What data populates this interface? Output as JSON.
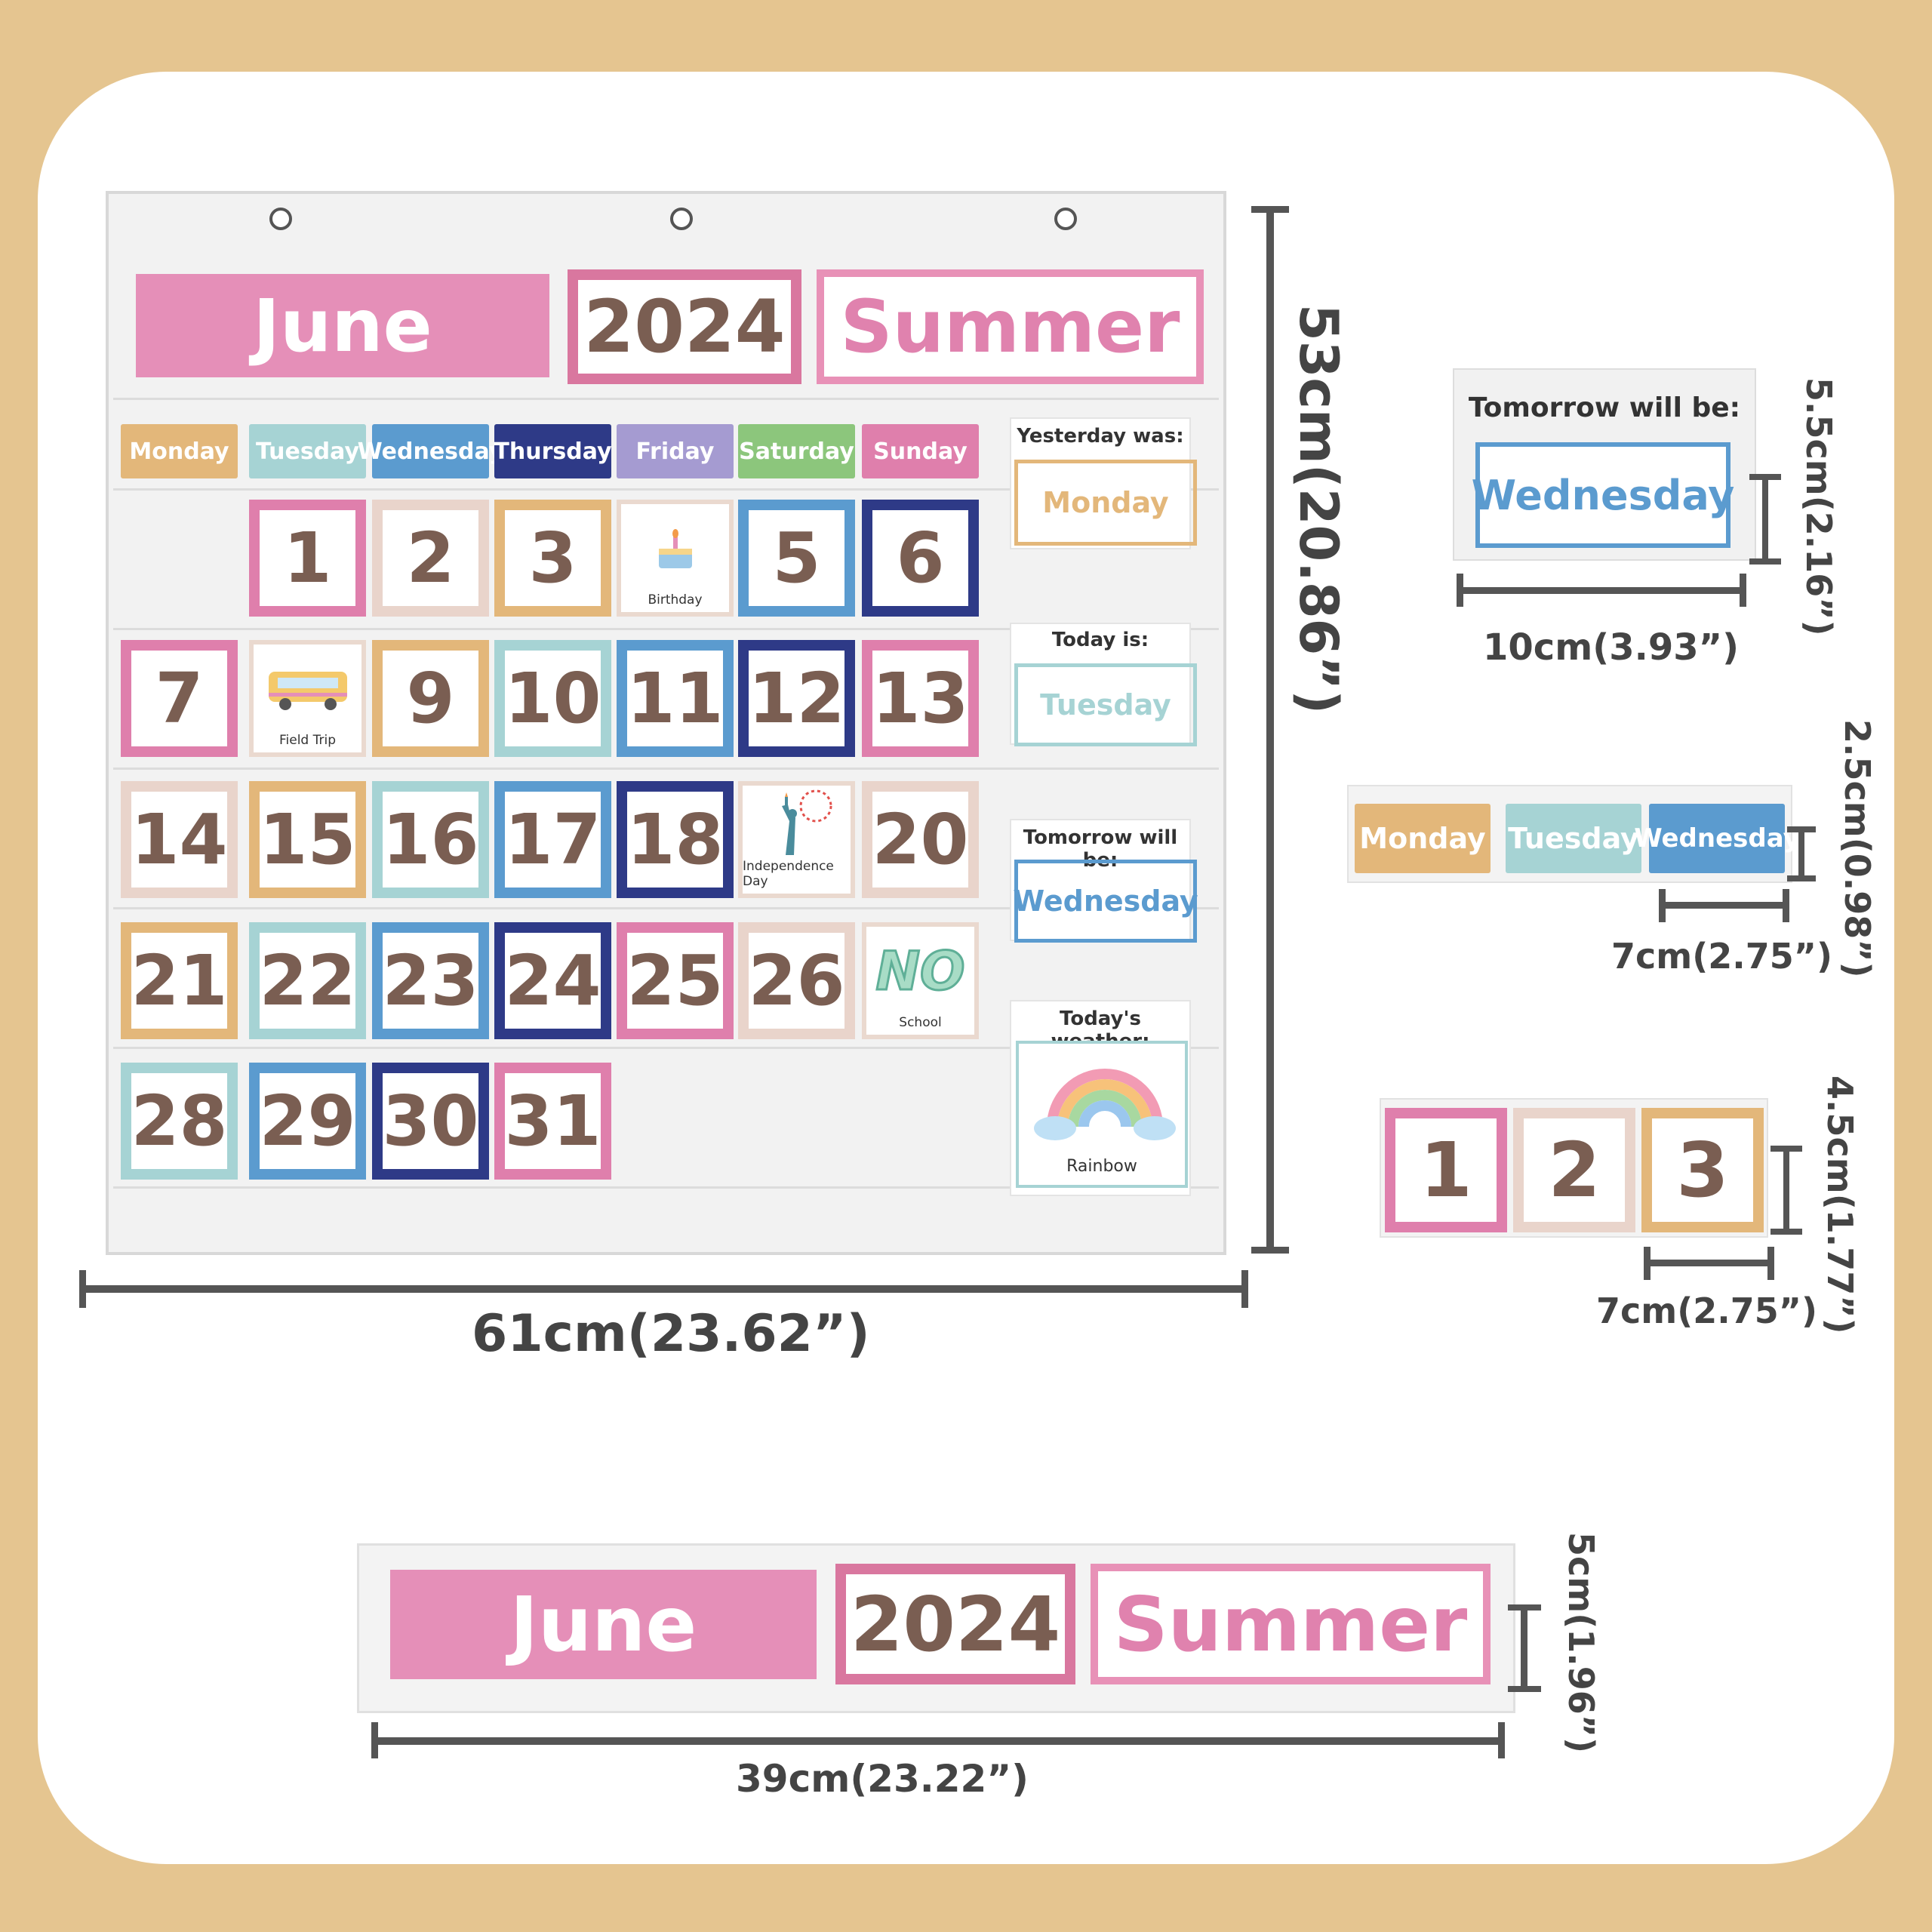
{
  "header": {
    "month": "June",
    "year": "2024",
    "season": "Summer"
  },
  "weekdays": [
    {
      "label": "Monday",
      "color": "#E3B77A"
    },
    {
      "label": "Tuesday",
      "color": "#A6D3D4"
    },
    {
      "label": "Wednesday",
      "color": "#5B9BCF"
    },
    {
      "label": "Thursday",
      "color": "#2E3A87"
    },
    {
      "label": "Friday",
      "color": "#A59BD1"
    },
    {
      "label": "Saturday",
      "color": "#8CC67C"
    },
    {
      "label": "Sunday",
      "color": "#DF7FAC"
    }
  ],
  "weeks": [
    [
      {
        "type": "blank"
      },
      {
        "n": "1",
        "c": "#DF7FAC"
      },
      {
        "n": "2",
        "c": "#E9D4CB"
      },
      {
        "n": "3",
        "c": "#E3B77A"
      },
      {
        "event": "Birthday",
        "icon": "cake-icon"
      },
      {
        "n": "5",
        "c": "#5B9BCF"
      },
      {
        "n": "6",
        "c": "#2E3A87"
      }
    ],
    [
      {
        "n": "7",
        "c": "#DF7FAC"
      },
      {
        "event": "Field Trip",
        "icon": "school-bus-icon"
      },
      {
        "n": "9",
        "c": "#E3B77A"
      },
      {
        "n": "10",
        "c": "#A6D3D4"
      },
      {
        "n": "11",
        "c": "#5B9BCF"
      },
      {
        "n": "12",
        "c": "#2E3A87"
      },
      {
        "n": "13",
        "c": "#DF7FAC"
      }
    ],
    [
      {
        "n": "14",
        "c": "#E9D4CB"
      },
      {
        "n": "15",
        "c": "#E3B77A"
      },
      {
        "n": "16",
        "c": "#A6D3D4"
      },
      {
        "n": "17",
        "c": "#5B9BCF"
      },
      {
        "n": "18",
        "c": "#2E3A87"
      },
      {
        "event": "Independence Day",
        "icon": "statue-of-liberty-icon"
      },
      {
        "n": "20",
        "c": "#E9D4CB"
      }
    ],
    [
      {
        "n": "21",
        "c": "#E3B77A"
      },
      {
        "n": "22",
        "c": "#A6D3D4"
      },
      {
        "n": "23",
        "c": "#5B9BCF"
      },
      {
        "n": "24",
        "c": "#2E3A87"
      },
      {
        "n": "25",
        "c": "#DF7FAC"
      },
      {
        "n": "26",
        "c": "#E9D4CB"
      },
      {
        "event": "School",
        "icon": "no-school-icon",
        "big": "NO"
      }
    ],
    [
      {
        "n": "28",
        "c": "#A6D3D4"
      },
      {
        "n": "29",
        "c": "#5B9BCF"
      },
      {
        "n": "30",
        "c": "#2E3A87"
      },
      {
        "n": "31",
        "c": "#DF7FAC"
      },
      {
        "type": "empty"
      },
      {
        "type": "empty"
      },
      {
        "type": "empty"
      }
    ]
  ],
  "side": {
    "yesterday": {
      "title": "Yesterday was:",
      "value": "Monday",
      "color": "#E3B77A"
    },
    "today": {
      "title": "Today is:",
      "value": "Tuesday",
      "color": "#A6D3D4"
    },
    "tomorrow": {
      "title": "Tomorrow will be:",
      "value": "Wednesday",
      "color": "#5B9BCF"
    },
    "weather": {
      "title": "Today's weather:",
      "value": "Rainbow"
    }
  },
  "detail_tomorrow": {
    "title": "Tomorrow will be:",
    "value": "Wednesday"
  },
  "detail_days": [
    "Monday",
    "Tuesday",
    "Wednesday"
  ],
  "detail_numbers": [
    "1",
    "2",
    "3"
  ],
  "dimensions": {
    "chart_height": "53cm(20.86”)",
    "chart_width": "61cm(23.62”)",
    "tomorrow_height": "5.5cm(2.16”)",
    "tomorrow_width": "10cm(3.93”)",
    "day_height": "2.5cm(0.98”)",
    "day_width": "7cm(2.75”)",
    "number_height": "4.5cm(1.77”)",
    "number_width": "7cm(2.75”)",
    "header_height": "5cm(1.96”)",
    "header_width": "39cm(23.22”)"
  }
}
